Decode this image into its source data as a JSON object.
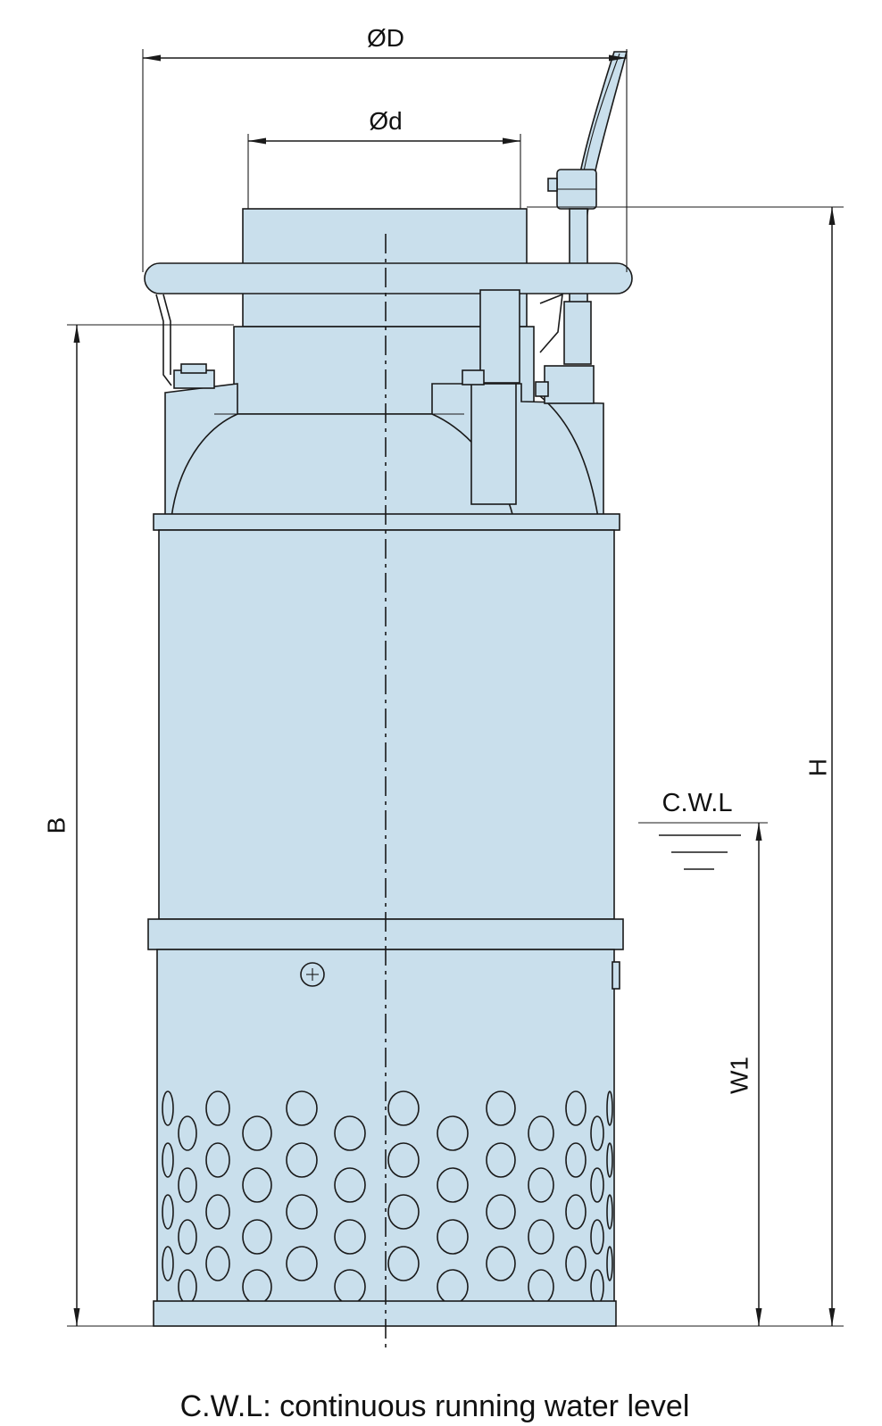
{
  "labels": {
    "outer_diameter": "ØD",
    "inner_diameter": "Ød",
    "height_total": "H",
    "height_body": "B",
    "water_level_height": "W1",
    "water_level_mark": "C.W.L"
  },
  "caption": "C.W.L: continuous running water level",
  "colors": {
    "body_fill": "#c9dfec",
    "line": "#1a1a1a",
    "background": "#ffffff"
  }
}
